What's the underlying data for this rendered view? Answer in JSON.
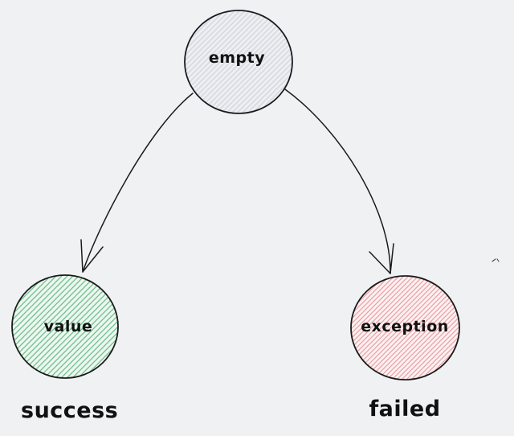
{
  "diagram": {
    "canvas": {
      "background": "#f0f1f3",
      "stroke": "#1b1b1b",
      "text_color": "#111111"
    },
    "nodes": {
      "empty": {
        "label": "empty",
        "hatch_color": "#d9dce3",
        "tint": "#eef0f3",
        "state_kind": "initial"
      },
      "value": {
        "label": "value",
        "hatch_color": "#6fbe8e",
        "tint": "#ecf7ef",
        "state_kind": "result"
      },
      "exception": {
        "label": "exception",
        "hatch_color": "#ea9fa6",
        "tint": "#fcf1f1",
        "state_kind": "result"
      }
    },
    "captions": {
      "success": "success",
      "failed": "failed"
    },
    "edges": [
      {
        "from": "empty",
        "to": "value"
      },
      {
        "from": "empty",
        "to": "exception"
      }
    ]
  }
}
